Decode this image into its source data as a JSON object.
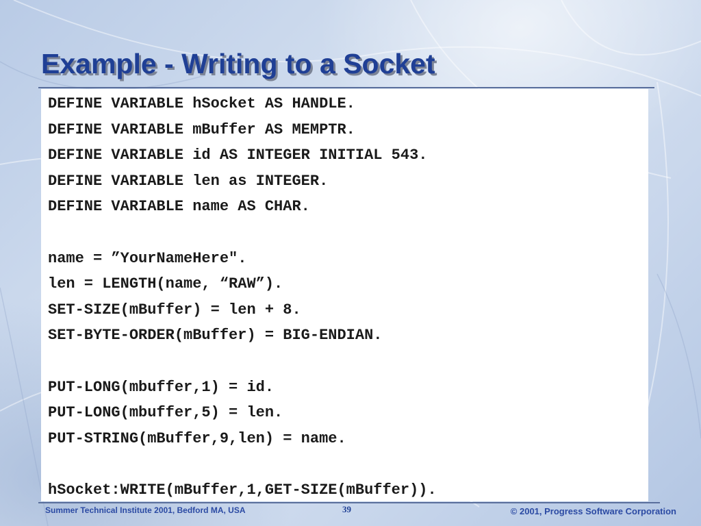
{
  "slide": {
    "title": "Example - Writing to a Socket",
    "code_lines": [
      "DEFINE VARIABLE hSocket AS HANDLE.",
      "DEFINE VARIABLE mBuffer AS MEMPTR.",
      "DEFINE VARIABLE id AS INTEGER INITIAL 543.",
      "DEFINE VARIABLE len as INTEGER.",
      "DEFINE VARIABLE name AS CHAR.",
      "",
      "name = ”YourNameHere\".",
      "len = LENGTH(name, “RAW”).",
      "SET-SIZE(mBuffer) = len + 8.",
      "SET-BYTE-ORDER(mBuffer) = BIG-ENDIAN.",
      "",
      "PUT-LONG(mbuffer,1) = id.",
      "PUT-LONG(mbuffer,5) = len.",
      "PUT-STRING(mBuffer,9,len) = name.",
      "",
      "hSocket:WRITE(mBuffer,1,GET-SIZE(mBuffer))."
    ]
  },
  "footer": {
    "left": "Summer Technical Institute 2001, Bedford MA, USA",
    "page_number": "39",
    "right": "© 2001, Progress Software Corporation"
  },
  "colors": {
    "title": "#1f3f95",
    "footer_text": "#2b4aa3",
    "rule": "#5a6f9c",
    "panel": "#ffffff"
  }
}
